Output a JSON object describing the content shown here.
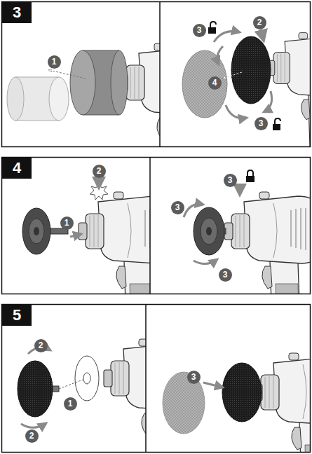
{
  "diagram": {
    "nodes": [
      {
        "text": [
          "3"
        ]
      },
      {
        "text": [
          "1"
        ]
      },
      {
        "text": [
          "3"
        ]
      },
      {
        "text": [
          "2"
        ]
      },
      {
        "text": [
          "4"
        ]
      },
      {
        "text": [
          "3"
        ]
      },
      {
        "text": [
          "4"
        ]
      },
      {
        "text": [
          "2"
        ]
      },
      {
        "text": [
          "1"
        ]
      },
      {
        "text": [
          "3"
        ]
      },
      {
        "text": [
          "3"
        ]
      },
      {
        "text": [
          "3"
        ]
      },
      {
        "text": [
          "5"
        ]
      },
      {
        "text": [
          "2"
        ]
      },
      {
        "text": [
          "1"
        ]
      },
      {
        "text": [
          "2"
        ]
      },
      {
        "text": [
          "3"
        ]
      }
    ]
  }
}
